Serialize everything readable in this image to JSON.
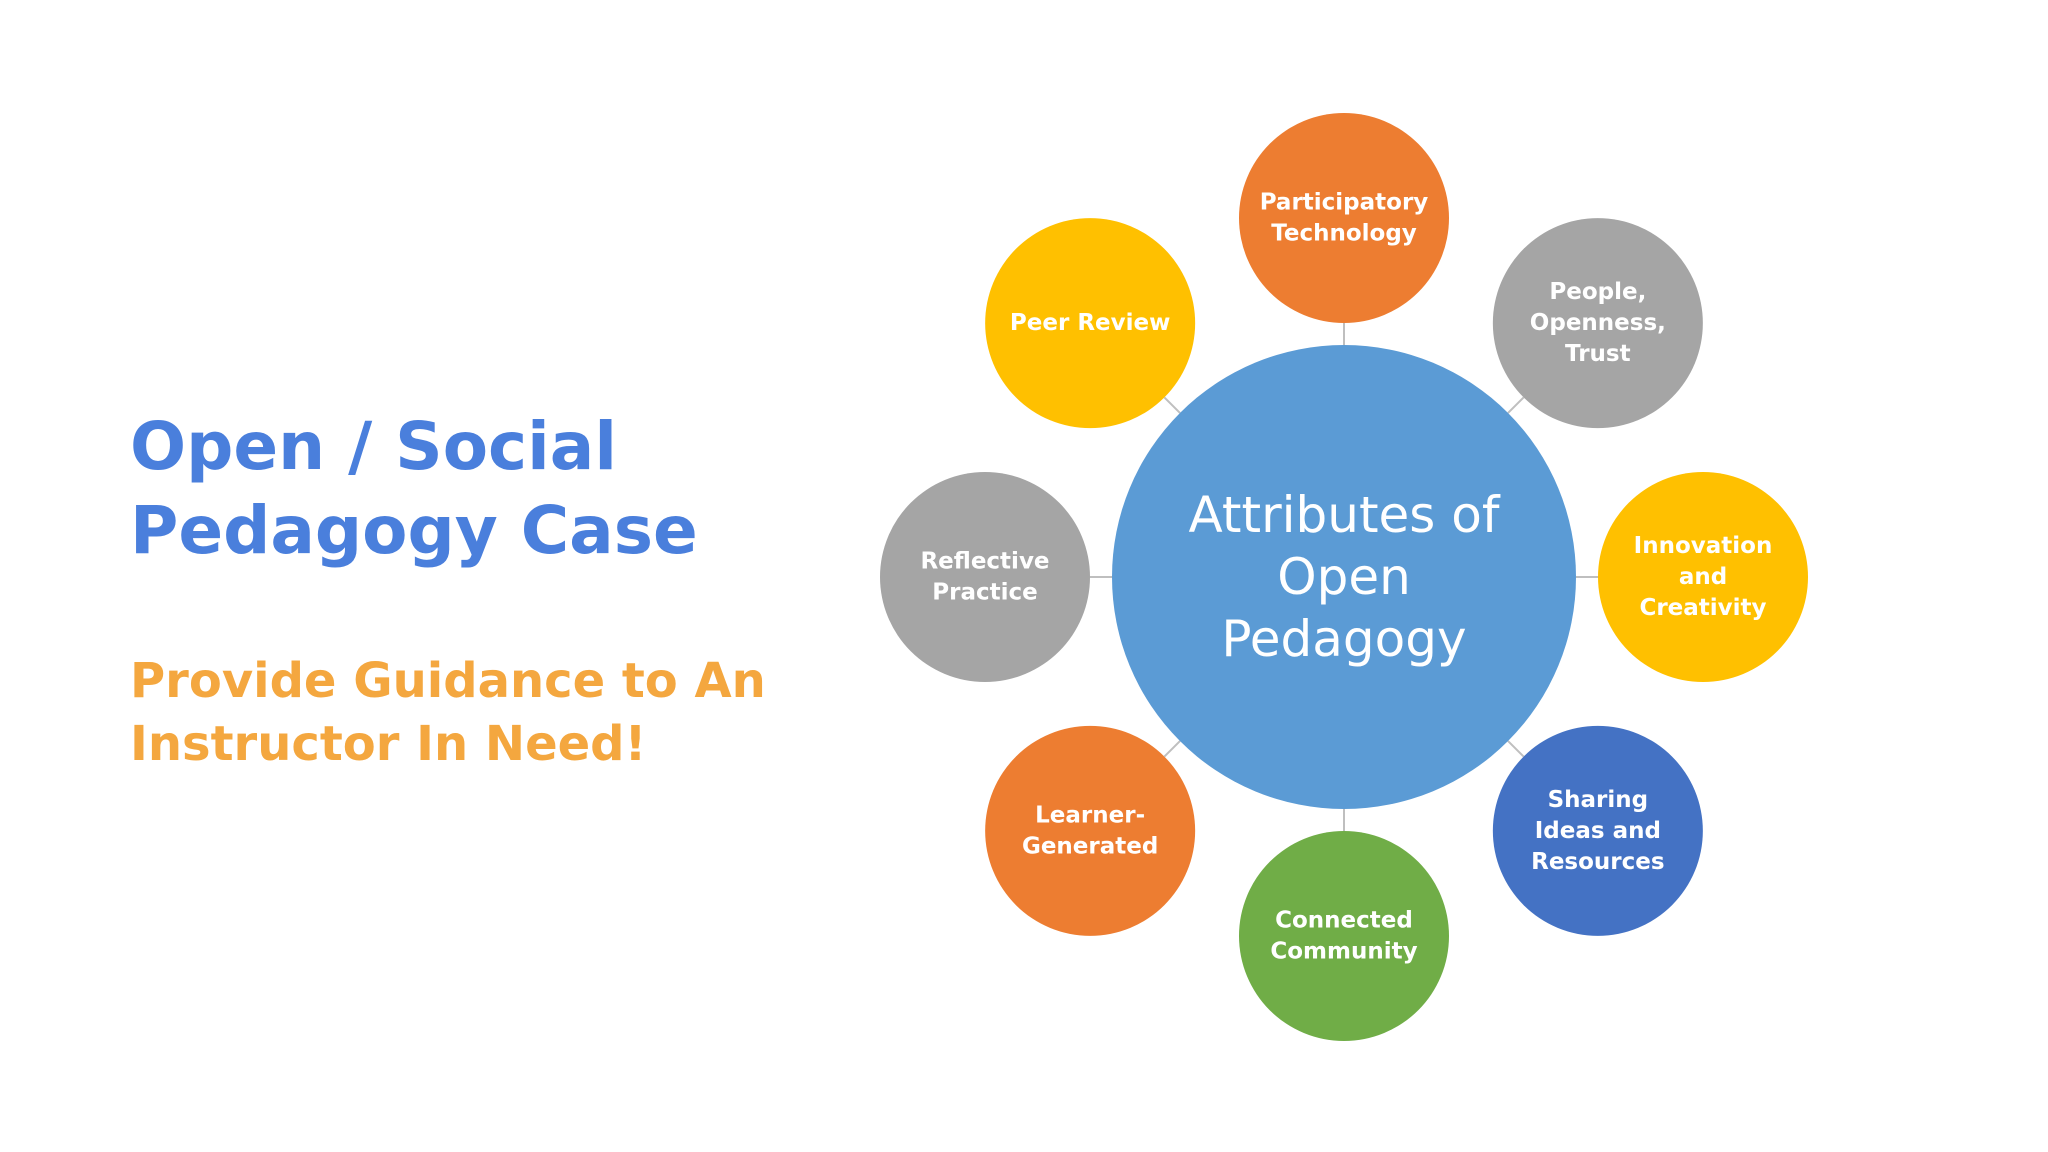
{
  "slide": {
    "title_lines": [
      "Open / Social",
      "Pedagogy Case"
    ],
    "subtitle_lines": [
      "Provide Guidance to An",
      "Instructor In Need!"
    ]
  },
  "diagram": {
    "center": {
      "lines": [
        "Attributes of",
        "Open",
        "Pedagogy"
      ],
      "color": "#5b9bd5"
    },
    "connector_color": "#bfbfbf",
    "nodes": [
      {
        "lines": [
          "Participatory",
          "Technology"
        ],
        "color": "#ed7d31"
      },
      {
        "lines": [
          "People,",
          "Openness,",
          "Trust"
        ],
        "color": "#a5a5a5"
      },
      {
        "lines": [
          "Innovation",
          "and",
          "Creativity"
        ],
        "color": "#ffc000"
      },
      {
        "lines": [
          "Sharing",
          "Ideas and",
          "Resources"
        ],
        "color": "#4472c4"
      },
      {
        "lines": [
          "Connected",
          "Community"
        ],
        "color": "#70ad47"
      },
      {
        "lines": [
          "Learner-",
          "Generated"
        ],
        "color": "#ed7d31"
      },
      {
        "lines": [
          "Reflective",
          "Practice"
        ],
        "color": "#a5a5a5"
      },
      {
        "lines": [
          "Peer Review"
        ],
        "color": "#ffc000"
      }
    ]
  }
}
